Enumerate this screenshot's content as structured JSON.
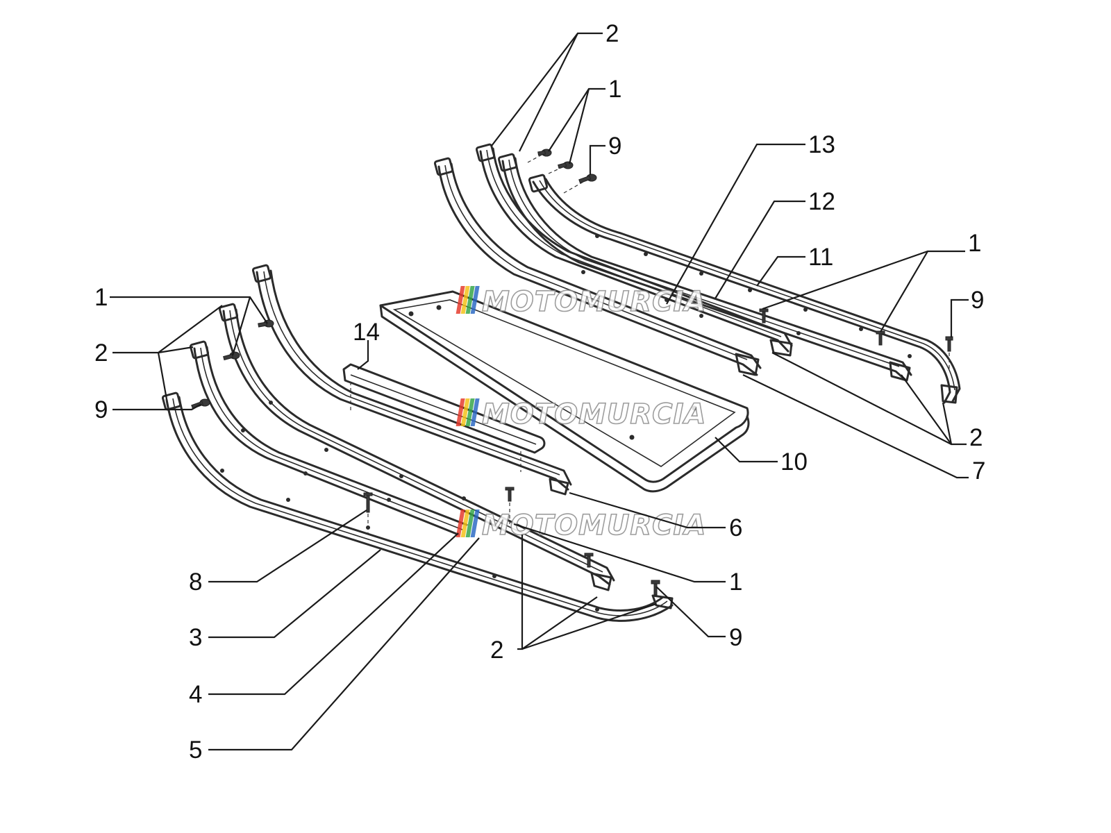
{
  "callouts": {
    "c01": "2",
    "c02": "1",
    "c03": "9",
    "c04": "13",
    "c05": "12",
    "c06": "11",
    "c07": "1",
    "c08": "9",
    "c09": "2",
    "c10": "7",
    "c11": "1",
    "c12": "2",
    "c13": "9",
    "c14": "14",
    "c15": "10",
    "c16": "6",
    "c17": "1",
    "c18": "8",
    "c19": "9",
    "c20": "3",
    "c21": "2",
    "c22": "4",
    "c23": "5"
  },
  "watermark": {
    "text": "MOTOMURCIA",
    "stripe_colors": [
      "#e63b2e",
      "#f4c21a",
      "#37a64a",
      "#2d6bc4"
    ]
  },
  "colors": {
    "line": "#2b2b2b",
    "background": "#ffffff"
  }
}
